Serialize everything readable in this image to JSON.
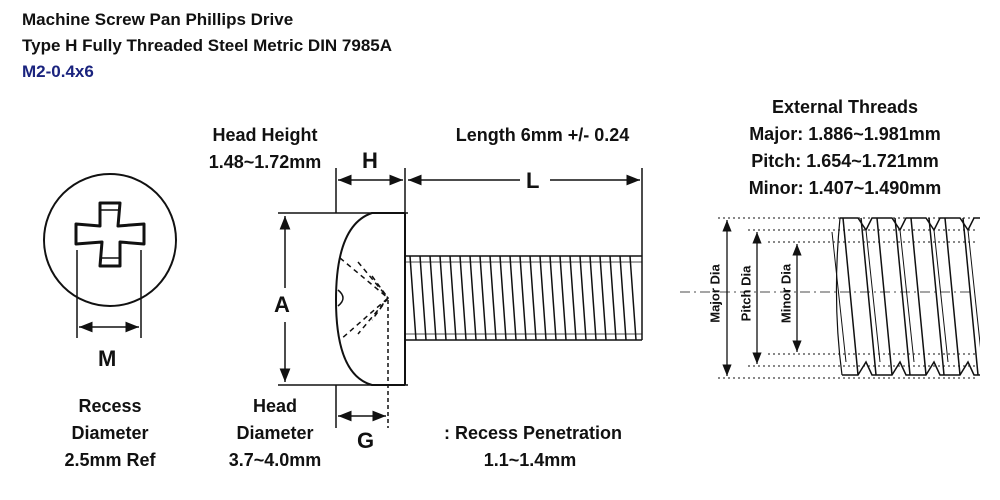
{
  "header": {
    "line1": "Machine Screw Pan Phillips Drive",
    "line2": "Type H Fully Threaded Steel Metric DIN 7985A",
    "size": "M2-0.4x6",
    "size_color": "#1a237e"
  },
  "recess": {
    "letter": "M",
    "label_line1": "Recess",
    "label_line2": "Diameter",
    "value": "2.5mm Ref"
  },
  "head_height": {
    "label": "Head Height",
    "value": "1.48~1.72mm",
    "letter": "H"
  },
  "length": {
    "label": "Length 6mm +/- 0.24",
    "letter": "L"
  },
  "head_diameter": {
    "letter": "A",
    "label_line1": "Head",
    "label_line2": "Diameter",
    "value": "3.7~4.0mm"
  },
  "recess_penetration": {
    "letter": "G",
    "label": ": Recess Penetration",
    "value": "1.1~1.4mm"
  },
  "threads": {
    "title": "External Threads",
    "major": "Major: 1.886~1.981mm",
    "pitch": "Pitch:  1.654~1.721mm",
    "minor": "Minor: 1.407~1.490mm",
    "major_dia_label": "Major Dia",
    "pitch_dia_label": "Pitch Dia",
    "minor_dia_label": "Minor Dia"
  }
}
